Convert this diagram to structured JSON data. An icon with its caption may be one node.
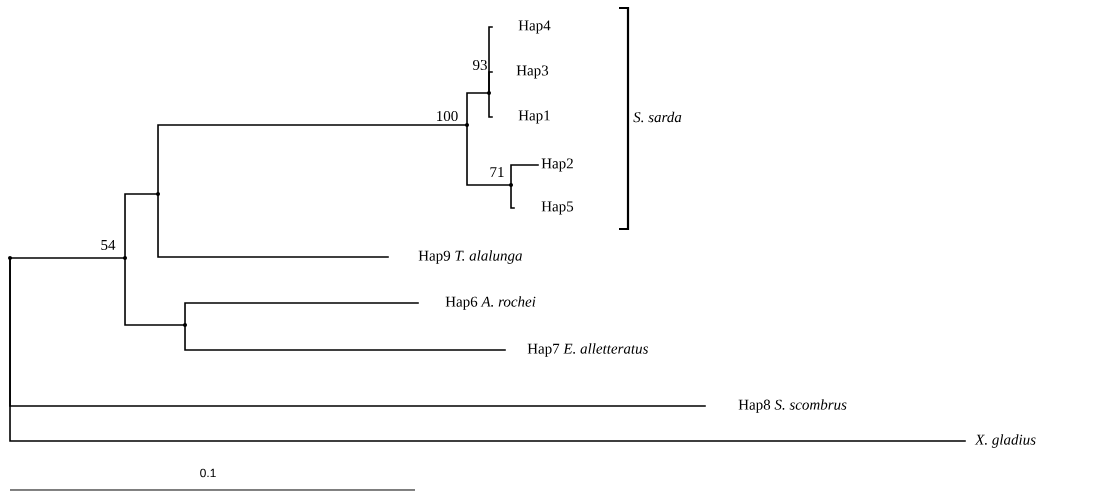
{
  "diagram": {
    "nodes": [
      {
        "text": [],
        "shape": "point"
      },
      {
        "text": [],
        "shape": "point",
        "beside": [
          "54"
        ]
      },
      {
        "text": [],
        "shape": "point"
      },
      {
        "text": [],
        "shape": "point",
        "beside": [
          "100"
        ]
      },
      {
        "text": [],
        "shape": "point",
        "beside": [
          "93"
        ]
      },
      {
        "text": [
          "Hap4"
        ]
      },
      {
        "text": [
          "Hap3"
        ]
      },
      {
        "text": [
          "Hap1"
        ]
      },
      {
        "text": [],
        "shape": "point",
        "beside": [
          "71"
        ]
      },
      {
        "text": [
          "Hap2"
        ]
      },
      {
        "text": [
          "Hap5"
        ]
      },
      {
        "text": [
          "Hap9 *T. alalunga*"
        ]
      },
      {
        "text": [],
        "shape": "point"
      },
      {
        "text": [
          "Hap6 *A. rochei*"
        ]
      },
      {
        "text": [
          "Hap7 *E. alletteratus*"
        ]
      },
      {
        "text": [
          "Hap8 *S. scombrus*"
        ]
      },
      {
        "text": [
          "X. gladius"
        ]
      }
    ],
    "edges": [
      {
        "from": 0,
        "to": 1,
        "arrow": "none"
      },
      {
        "from": 0,
        "to": 15,
        "arrow": "none"
      },
      {
        "from": 0,
        "to": 16,
        "arrow": "none"
      },
      {
        "from": 1,
        "to": 2,
        "arrow": "none"
      },
      {
        "from": 1,
        "to": 12,
        "arrow": "none"
      },
      {
        "from": 2,
        "to": 3,
        "arrow": "none"
      },
      {
        "from": 2,
        "to": 11,
        "arrow": "none"
      },
      {
        "from": 3,
        "to": 4,
        "arrow": "none"
      },
      {
        "from": 3,
        "to": 8,
        "arrow": "none"
      },
      {
        "from": 4,
        "to": 5,
        "arrow": "none"
      },
      {
        "from": 4,
        "to": 6,
        "arrow": "none"
      },
      {
        "from": 4,
        "to": 7,
        "arrow": "none"
      },
      {
        "from": 8,
        "to": 9,
        "arrow": "none"
      },
      {
        "from": 8,
        "to": 10,
        "arrow": "none"
      },
      {
        "from": 12,
        "to": 13,
        "arrow": "none"
      },
      {
        "from": 12,
        "to": 14,
        "arrow": "none"
      }
    ],
    "labels": [
      "S. sarda",
      "0.1"
    ]
  }
}
